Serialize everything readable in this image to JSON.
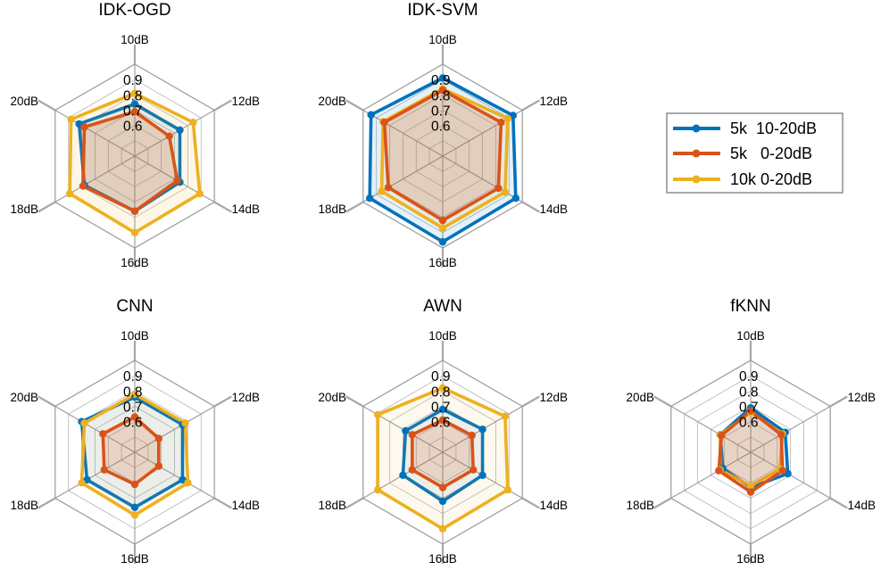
{
  "chart_data": {
    "type": "radar",
    "axes": [
      "10dB",
      "12dB",
      "14dB",
      "16dB",
      "18dB",
      "20dB"
    ],
    "r_ticks": [
      "0.6",
      "0.7",
      "0.8",
      "0.9"
    ],
    "rlim": [
      0.4,
      1.0
    ],
    "legend": {
      "placement": "right",
      "entries": [
        "5k  10-20dB",
        "5k   0-20dB",
        "10k 0-20dB"
      ]
    },
    "colors": {
      "5k  10-20dB": "#0072bd",
      "5k   0-20dB": "#d95319",
      "10k 0-20dB": "#edb120"
    },
    "panels": [
      {
        "title": "IDK-OGD",
        "series": [
          {
            "name": "5k  10-20dB",
            "values": [
              0.74,
              0.74,
              0.74,
              0.76,
              0.78,
              0.82
            ]
          },
          {
            "name": "5k   0-20dB",
            "values": [
              0.69,
              0.66,
              0.72,
              0.76,
              0.79,
              0.78
            ]
          },
          {
            "name": "10k 0-20dB",
            "values": [
              0.81,
              0.84,
              0.89,
              0.9,
              0.89,
              0.88
            ]
          }
        ]
      },
      {
        "title": "IDK-SVM",
        "series": [
          {
            "name": "5k  10-20dB",
            "values": [
              0.91,
              0.93,
              0.95,
              0.96,
              0.95,
              0.94
            ]
          },
          {
            "name": "5k   0-20dB",
            "values": [
              0.83,
              0.84,
              0.82,
              0.82,
              0.81,
              0.84
            ]
          },
          {
            "name": "10k 0-20dB",
            "values": [
              0.84,
              0.89,
              0.87,
              0.87,
              0.86,
              0.85
            ]
          }
        ]
      },
      {
        "title": "CNN",
        "series": [
          {
            "name": "5k  10-20dB",
            "values": [
              0.76,
              0.76,
              0.76,
              0.76,
              0.76,
              0.8
            ]
          },
          {
            "name": "5k   0-20dB",
            "values": [
              0.63,
              0.58,
              0.58,
              0.61,
              0.63,
              0.64
            ]
          },
          {
            "name": "10k 0-20dB",
            "values": [
              0.78,
              0.78,
              0.8,
              0.81,
              0.8,
              0.78
            ]
          }
        ]
      },
      {
        "title": "AWN",
        "series": [
          {
            "name": "5k  10-20dB",
            "values": [
              0.68,
              0.7,
              0.7,
              0.72,
              0.7,
              0.68
            ]
          },
          {
            "name": "5k   0-20dB",
            "values": [
              0.61,
              0.62,
              0.63,
              0.63,
              0.63,
              0.63
            ]
          },
          {
            "name": "10k 0-20dB",
            "values": [
              0.82,
              0.87,
              0.89,
              0.9,
              0.89,
              0.89
            ]
          }
        ]
      },
      {
        "title": "fKNN",
        "series": [
          {
            "name": "5k  10-20dB",
            "values": [
              0.69,
              0.66,
              0.68,
              0.63,
              0.61,
              0.63
            ]
          },
          {
            "name": "5k   0-20dB",
            "values": [
              0.67,
              0.63,
              0.64,
              0.66,
              0.64,
              0.62
            ]
          },
          {
            "name": "10k 0-20dB",
            "values": [
              0.66,
              0.64,
              0.62,
              0.62,
              0.63,
              0.63
            ]
          }
        ]
      }
    ]
  }
}
